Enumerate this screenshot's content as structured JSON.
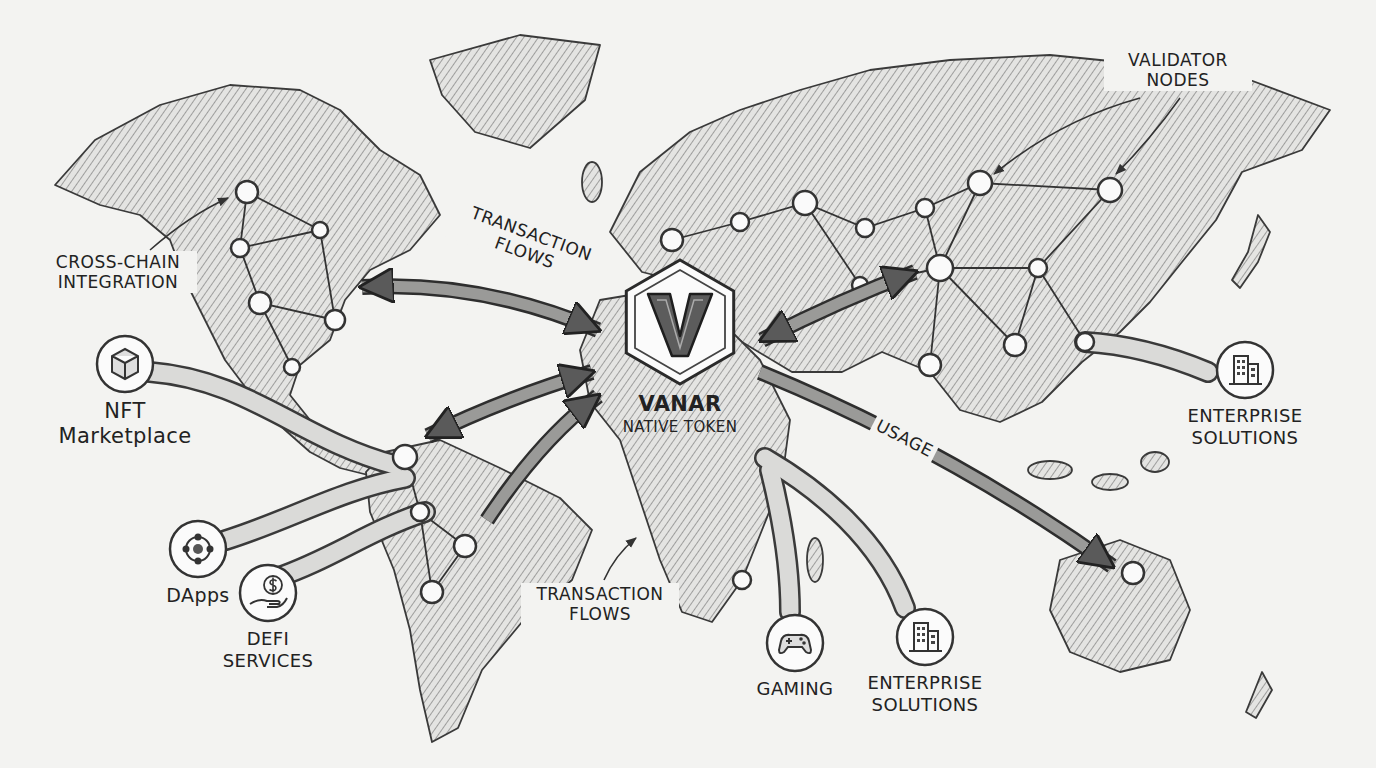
{
  "diagram": {
    "nodes": [
      {
        "text": [
          "NFT Marketplace"
        ]
      },
      {
        "text": [
          "VANAR",
          "NATIVE TOKEN"
        ]
      },
      {
        "text": [
          "ENTERPRISE SOLUTIONS"
        ]
      },
      {
        "text": [
          "DApps"
        ]
      },
      {
        "text": [
          "DEFI SERVICES"
        ]
      },
      {
        "text": [
          "GAMING"
        ]
      },
      {
        "text": [
          "ENTERPRISE SOLUTIONS"
        ]
      }
    ],
    "labels": [
      "VALIDATOR NODES",
      "TRANSACTION FLOWS",
      "CROSS-CHAIN INTEGRATION",
      "TRANSACTION FLOWS",
      "USAGE"
    ]
  }
}
